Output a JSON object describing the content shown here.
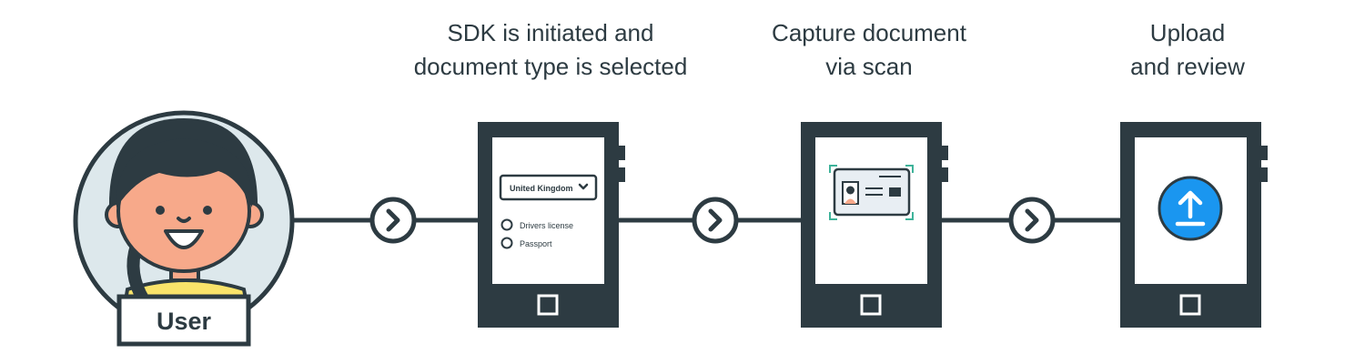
{
  "steps": [
    {
      "title_line1": "SDK is initiated and",
      "title_line2": "document type is selected"
    },
    {
      "title_line1": "Capture document",
      "title_line2": "via scan"
    },
    {
      "title_line1": "Upload",
      "title_line2": "and review"
    }
  ],
  "user": {
    "label": "User"
  },
  "screen1": {
    "country_select": "United Kingdom",
    "options": [
      "Drivers license",
      "Passport"
    ]
  },
  "colors": {
    "stroke": "#2d3b42",
    "avatar_bg": "#dde8ec",
    "skin": "#f7a98a",
    "shirt": "#f9e36a",
    "upload_blue": "#1a96f0",
    "scan_bracket": "#3fb39a",
    "card_fill": "#e8eef3"
  },
  "icons": [
    "chevron-right-icon",
    "chevron-down-icon",
    "upload-icon",
    "id-card-icon",
    "home-button-icon"
  ]
}
